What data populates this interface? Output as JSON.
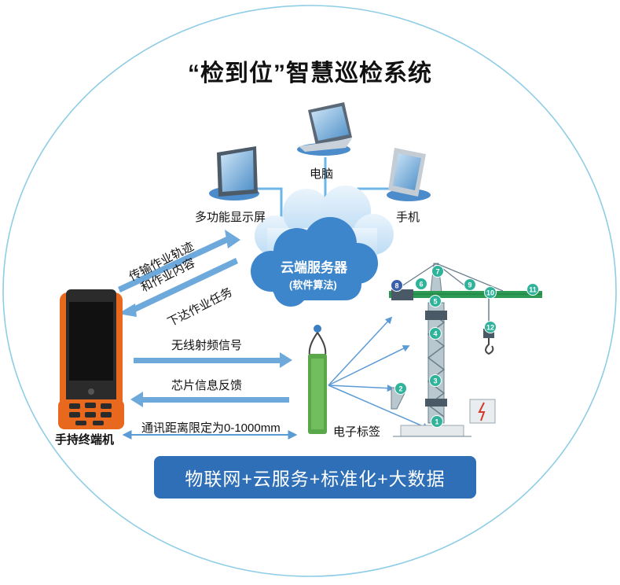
{
  "title": "“检到位”智慧巡检系统",
  "devices": {
    "computer": "电脑",
    "display": "多功能显示屏",
    "phone": "手机"
  },
  "cloud": {
    "name": "云端服务器",
    "sub": "(软件算法)"
  },
  "links": {
    "upload": "传输作业轨迹",
    "upload2": "和作业内容",
    "dispatch": "下达作业任务",
    "rf_signal": "无线射频信号",
    "chip_feedback": "芯片信息反馈",
    "distance": "通讯距离限定为0-1000mm"
  },
  "handheld": "手持终端机",
  "tag": "电子标签",
  "crane_markers": [
    "1",
    "2",
    "3",
    "4",
    "5",
    "6",
    "7",
    "8",
    "9",
    "10",
    "11",
    "12"
  ],
  "banner": "物联网+云服务+标准化+大数据",
  "colors": {
    "circle_border": "#8ecde6",
    "accent_blue": "#3a7fc4",
    "cloud_blue": "#3d86cc",
    "arrow_blue": "#5b9bd5",
    "marker_green": "#2fb39a",
    "tag_green": "#5aa84a",
    "banner_blue": "#2f6fb7",
    "handheld_orange": "#e8681e"
  }
}
